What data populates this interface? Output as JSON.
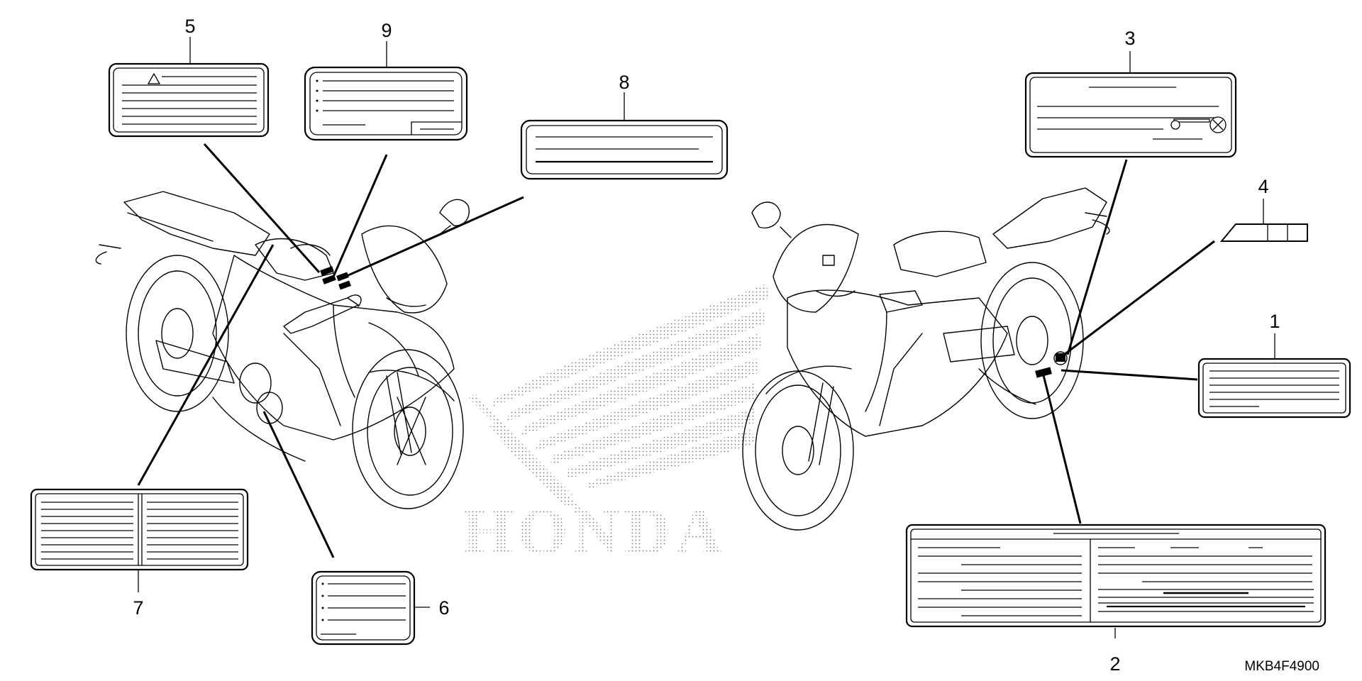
{
  "diagram": {
    "labels": {
      "l1": "1",
      "l2": "2",
      "l3": "3",
      "l4": "4",
      "l5": "5",
      "l6": "6",
      "l7": "7",
      "l8": "8",
      "l9": "9"
    },
    "brand_text": "HONDA",
    "part_code": "MKB4F4900"
  }
}
